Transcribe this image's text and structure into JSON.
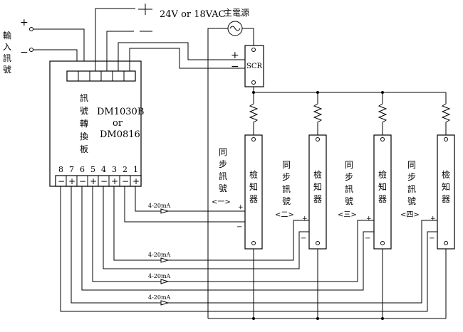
{
  "input_signal": {
    "vertical_label": [
      "輸",
      "入",
      "訊",
      "號"
    ],
    "plus": "+",
    "minus": "−"
  },
  "power": {
    "supply_label": "24V or 18VAC",
    "main_power_label": "主電源",
    "plus": "+",
    "minus": "−"
  },
  "converter": {
    "vertical_label": [
      "訊",
      "號",
      "轉",
      "換",
      "板"
    ],
    "model_primary": "DM1030B",
    "model_or": "or",
    "model_secondary": "DM0816",
    "pin_numbers": [
      "8",
      "7",
      "6",
      "5",
      "4",
      "3",
      "2",
      "1"
    ],
    "pin_polarities": [
      "−",
      "+",
      "−",
      "+",
      "−",
      "+",
      "−",
      "+"
    ]
  },
  "scr": {
    "label": "SCR",
    "plus": "+",
    "minus": "−"
  },
  "current_labels": [
    "4-20mA",
    "4-20mA",
    "4-20mA",
    "4-20mA"
  ],
  "sync_labels": [
    {
      "chars": [
        "同",
        "步",
        "訊",
        "號"
      ],
      "channel": "<一>"
    },
    {
      "chars": [
        "同",
        "步",
        "訊",
        "號"
      ],
      "channel": "<二>"
    },
    {
      "chars": [
        "同",
        "步",
        "訊",
        "號"
      ],
      "channel": "<三>"
    },
    {
      "chars": [
        "同",
        "步",
        "訊",
        "號"
      ],
      "channel": "<四>"
    }
  ],
  "detector_label": [
    "檢",
    "知",
    "器"
  ],
  "detector_plus": "+",
  "detector_minus": "−"
}
